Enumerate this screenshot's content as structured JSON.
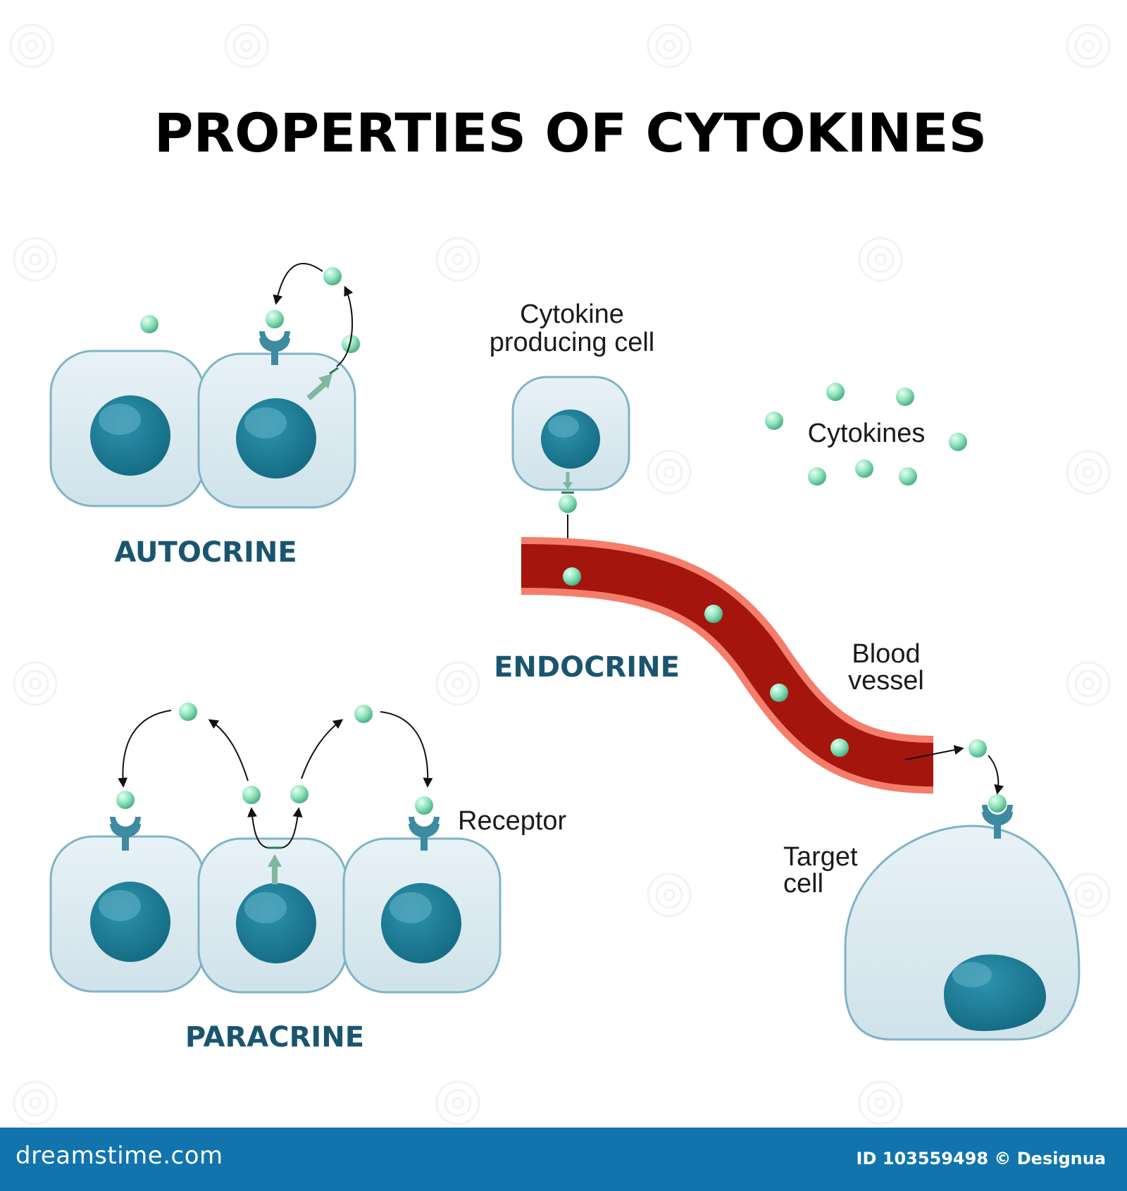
{
  "title": "PROPERTIES OF CYTOKINES",
  "sections": {
    "autocrine": "AUTOCRINE",
    "paracrine": "PARACRINE",
    "endocrine": "ENDOCRINE"
  },
  "labels": {
    "cytokine_producing_cell_line1": "Cytokine",
    "cytokine_producing_cell_line2": "producing cell",
    "cytokines": "Cytokines",
    "blood_vessel_line1": "Blood",
    "blood_vessel_line2": "vessel",
    "receptor": "Receptor",
    "target_cell_line1": "Target",
    "target_cell_line2": "cell"
  },
  "footer": {
    "brand": "dreamstime.com",
    "stock_id": "ID 103559498 © Designua"
  },
  "colors": {
    "cell_fill": "#dbe9f0",
    "cell_stroke": "#7fb4c4",
    "nucleus": "#1d7d97",
    "cytokine": "#8fe3bc",
    "receptor": "#3e8aa0",
    "vessel": "#a4160d",
    "vessel_wall": "#f47e6b",
    "section_text": "#1a5570",
    "footer_bg": "#1174ad"
  }
}
